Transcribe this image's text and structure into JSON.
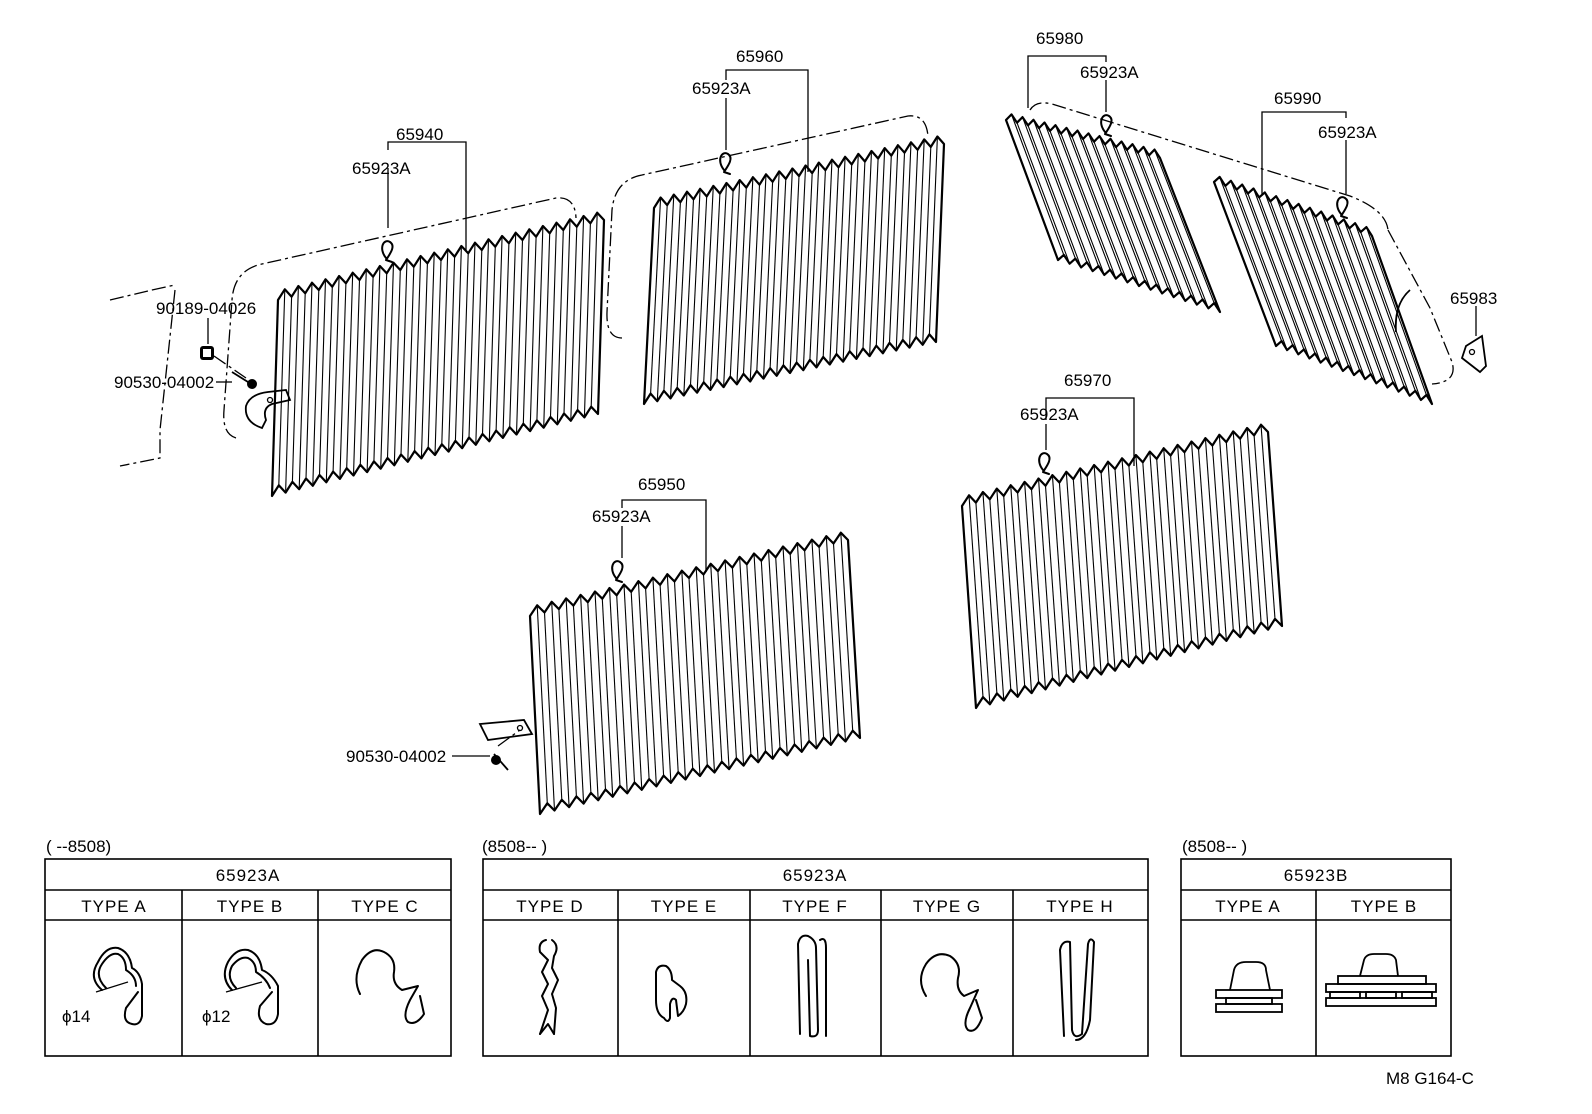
{
  "parts": {
    "p65940": "65940",
    "p65960": "65960",
    "p65980": "65980",
    "p65990": "65990",
    "p65950": "65950",
    "p65970": "65970",
    "p65983": "65983",
    "clip_a": "65923A",
    "bolt_clip": "90189-04026",
    "screw": "90530-04002"
  },
  "tables": [
    {
      "period": "(        --8508)",
      "part": "65923A",
      "types": [
        "TYPE  A",
        "TYPE  B",
        "TYPE  C"
      ],
      "notes": [
        "ϕ14",
        "ϕ12"
      ]
    },
    {
      "period": "(8508--          )",
      "part": "65923A",
      "types": [
        "TYPE  D",
        "TYPE  E",
        "TYPE  F",
        "TYPE  G",
        "TYPE  H"
      ]
    },
    {
      "period": "(8508--          )",
      "part": "65923B",
      "types": [
        "TYPE  A",
        "TYPE  B"
      ]
    }
  ],
  "figure_code": "M8  G164-C"
}
